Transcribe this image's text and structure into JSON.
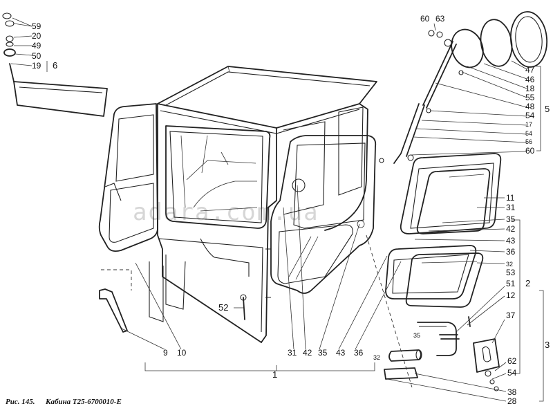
{
  "caption": {
    "fig": "Рис. 145.",
    "title": "Кабина Т25-6700010-Е"
  },
  "watermark": "adara.com.ua",
  "callouts_left": [
    "59",
    "20",
    "49",
    "50",
    "19"
  ],
  "group_6": "6",
  "callouts_right_top": {
    "a": "60",
    "b": "63"
  },
  "callouts_right_col": [
    "47",
    "46",
    "18",
    "55",
    "48",
    "54",
    "17",
    "54",
    "56",
    "60"
  ],
  "group_5": "5",
  "callouts_right_mid": [
    "11",
    "31",
    "35",
    "42",
    "43",
    "36",
    "32",
    "53",
    "51",
    "12",
    "37",
    "62",
    "54",
    "38",
    "28"
  ],
  "group_2": "2",
  "group_3": "3",
  "callouts_bottom": [
    "9",
    "10",
    "31",
    "42",
    "35",
    "43",
    "36"
  ],
  "label_52": "52",
  "label_1": "1",
  "label_32b": "32",
  "label_35b": "35"
}
